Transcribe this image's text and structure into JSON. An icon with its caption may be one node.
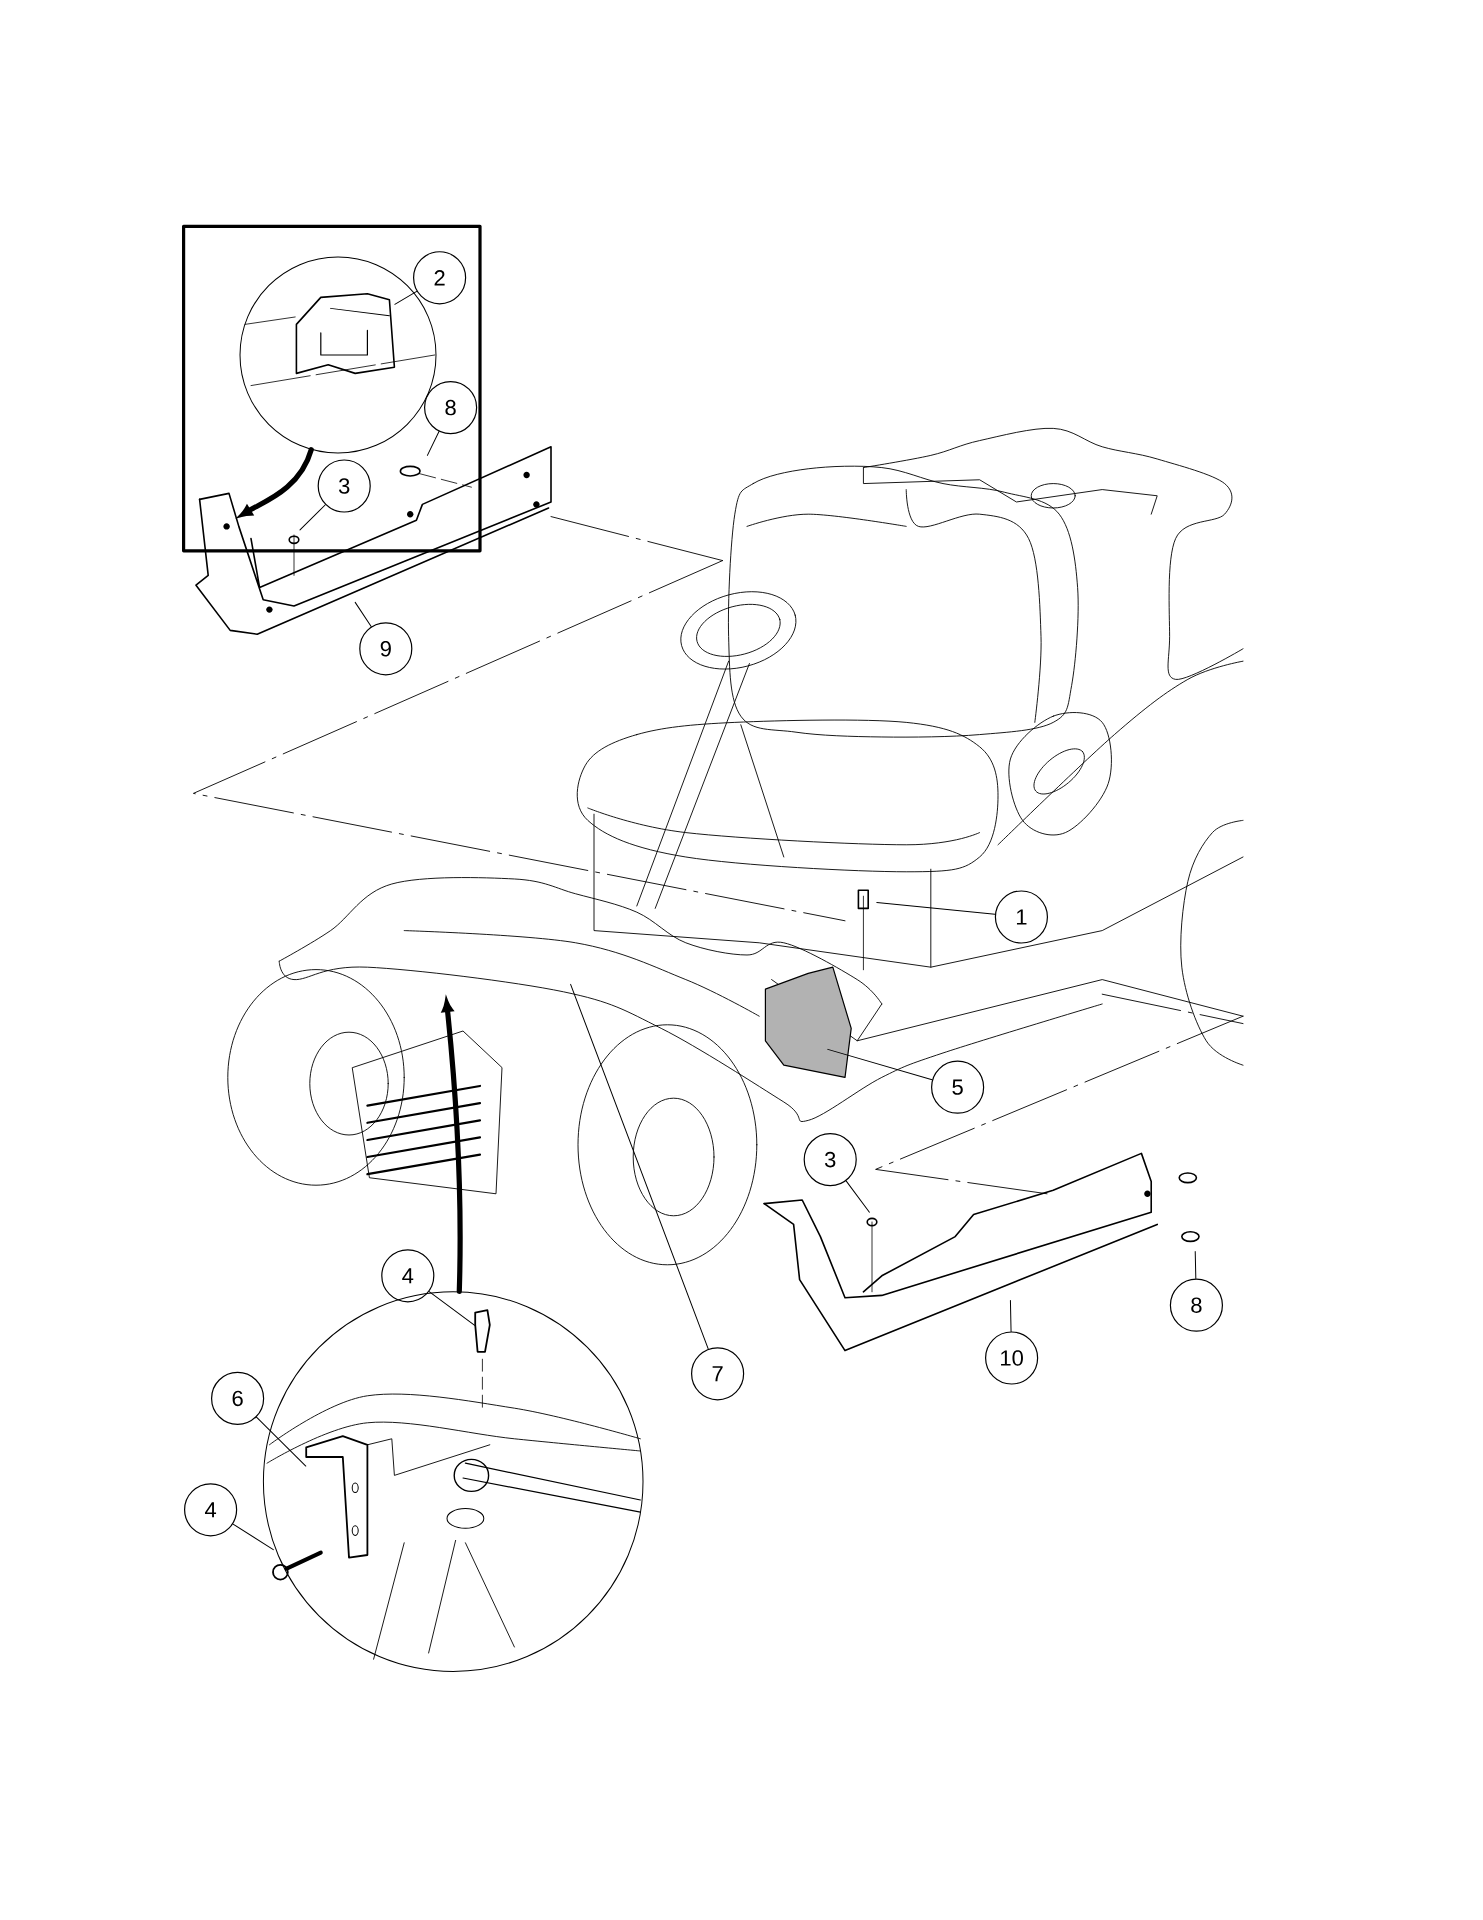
{
  "diagram": {
    "nodes": [
      {
        "text": [
          "2"
        ]
      },
      {
        "text": [
          "8"
        ]
      },
      {
        "text": [
          "3"
        ]
      },
      {
        "text": [
          "9"
        ]
      },
      {
        "text": [
          "1"
        ]
      },
      {
        "text": [
          "5"
        ]
      },
      {
        "text": [
          "3"
        ]
      },
      {
        "text": [
          "4"
        ]
      },
      {
        "text": [
          "8"
        ]
      },
      {
        "text": [
          "10"
        ]
      },
      {
        "text": [
          "7"
        ]
      },
      {
        "text": [
          "6"
        ]
      },
      {
        "text": [
          "4"
        ]
      },
      {
        "text": [],
        "shape": "circle"
      },
      {
        "text": [],
        "shape": "circle"
      },
      {
        "text": [],
        "shape": "picture",
        "in": 13
      },
      {
        "text": [],
        "shape": "picture",
        "in": 14
      },
      {
        "text": [],
        "shape": "picture",
        "in": 14
      },
      {
        "text": [],
        "shape": "picture",
        "in": 14
      }
    ],
    "edges": [
      {
        "from": 0,
        "to": 15,
        "arrow": "none"
      },
      {
        "from": 1,
        "to": null,
        "arrow": "none"
      },
      {
        "from": 2,
        "to": null,
        "arrow": "none"
      },
      {
        "from": 3,
        "to": null,
        "arrow": "none"
      },
      {
        "from": 4,
        "to": null,
        "arrow": "none"
      },
      {
        "from": 5,
        "to": null,
        "arrow": "none"
      },
      {
        "from": 6,
        "to": null,
        "arrow": "none"
      },
      {
        "from": 7,
        "to": 16,
        "arrow": "none"
      },
      {
        "from": 8,
        "to": null,
        "arrow": "none"
      },
      {
        "from": 9,
        "to": null,
        "arrow": "none"
      },
      {
        "from": 10,
        "to": null,
        "arrow": "none"
      },
      {
        "from": 11,
        "to": 17,
        "arrow": "none"
      },
      {
        "from": 12,
        "to": 18,
        "arrow": "none"
      },
      {
        "from": 13,
        "to": null,
        "arrow": "to",
        "style": "thick"
      },
      {
        "from": 14,
        "to": null,
        "arrow": "to",
        "style": "thick"
      }
    ]
  }
}
